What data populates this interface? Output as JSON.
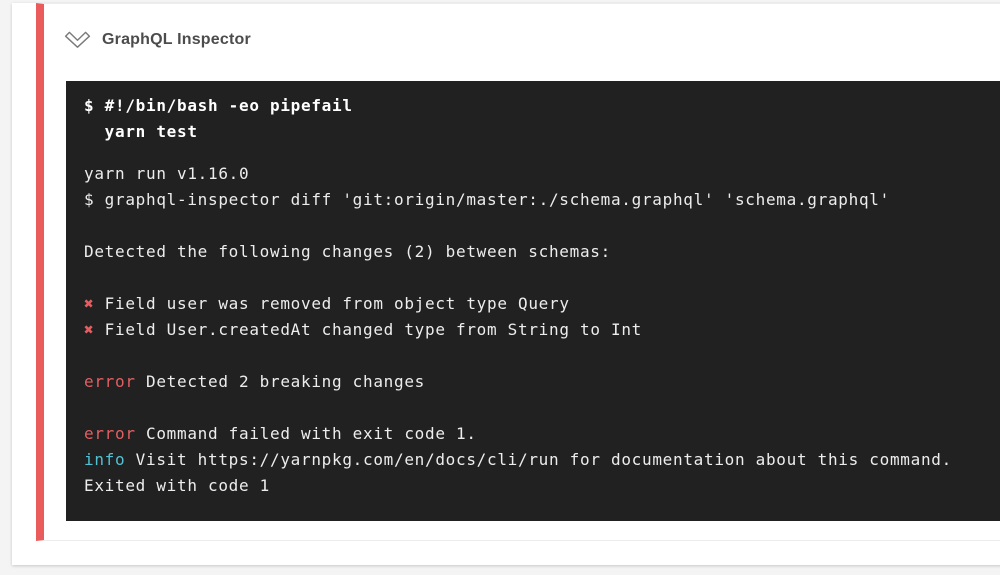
{
  "colors": {
    "page_bg": "#f4f4f4",
    "card_bg": "#ffffff",
    "accent_fail_red": "#ea5c5c",
    "terminal_bg": "#212121",
    "terminal_fg": "#ededed",
    "error_red": "#e05f63",
    "info_cyan": "#53c1d4"
  },
  "step": {
    "title": "GraphQL Inspector",
    "status": "failed",
    "chevron_icon": "chevron-down-icon"
  },
  "terminal": {
    "command_lines": [
      "$ #!/bin/bash -eo pipefail",
      "  yarn test"
    ],
    "output_lines": [
      {
        "segments": [
          {
            "text": "yarn run v1.16.0"
          }
        ]
      },
      {
        "segments": [
          {
            "text": "$ graphql-inspector diff 'git:origin/master:./schema.graphql' 'schema.graphql'"
          }
        ]
      },
      {
        "segments": []
      },
      {
        "segments": [
          {
            "text": "Detected the following changes (2) between schemas:"
          }
        ]
      },
      {
        "segments": []
      },
      {
        "segments": [
          {
            "text": "✖",
            "color": "error"
          },
          {
            "text": " Field user was removed from object type Query"
          }
        ]
      },
      {
        "segments": [
          {
            "text": "✖",
            "color": "error"
          },
          {
            "text": " Field User.createdAt changed type from String to Int"
          }
        ]
      },
      {
        "segments": []
      },
      {
        "segments": [
          {
            "text": "error",
            "color": "error"
          },
          {
            "text": " Detected 2 breaking changes"
          }
        ]
      },
      {
        "segments": []
      },
      {
        "segments": [
          {
            "text": "error",
            "color": "error"
          },
          {
            "text": " Command failed with exit code 1."
          }
        ]
      },
      {
        "segments": [
          {
            "text": "info",
            "color": "info"
          },
          {
            "text": " Visit https://yarnpkg.com/en/docs/cli/run for documentation about this command."
          }
        ]
      },
      {
        "segments": [
          {
            "text": "Exited with code 1"
          }
        ]
      }
    ]
  }
}
